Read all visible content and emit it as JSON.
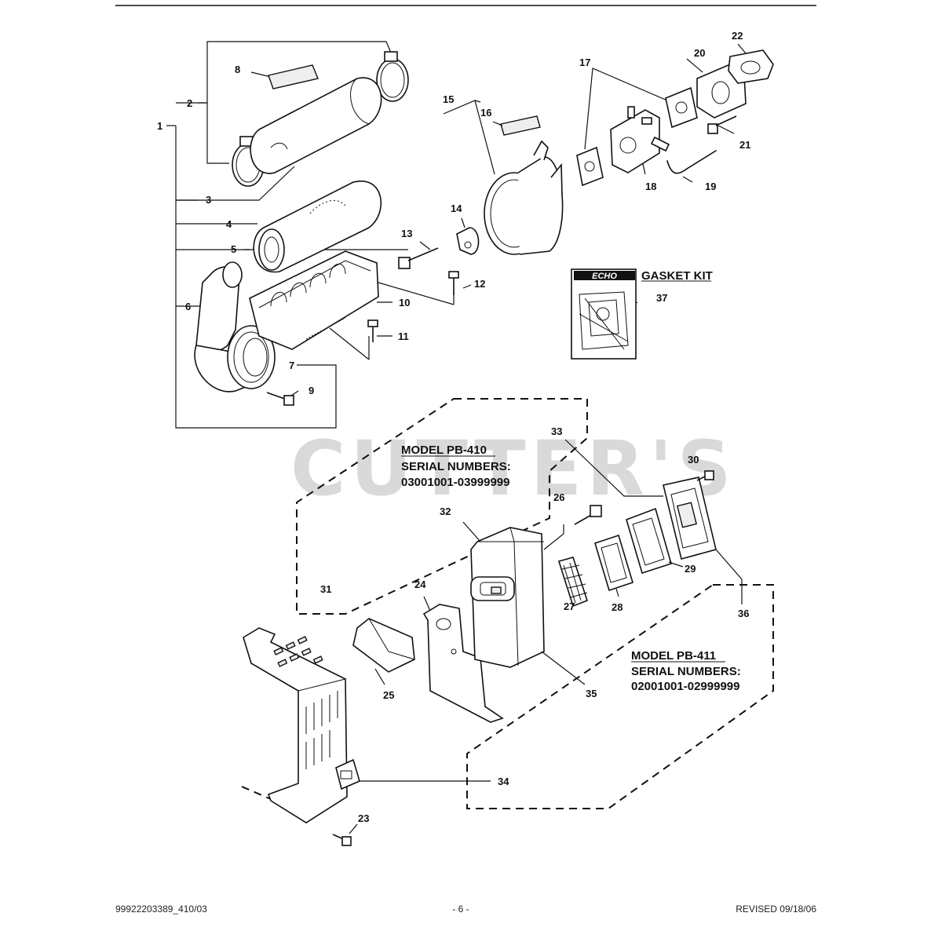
{
  "watermark": "CUTTER'S",
  "callouts": [
    "1",
    "2",
    "3",
    "4",
    "5",
    "6",
    "7",
    "8",
    "9",
    "10",
    "11",
    "12",
    "13",
    "14",
    "15",
    "16",
    "17",
    "18",
    "19",
    "20",
    "21",
    "22",
    "23",
    "24",
    "25",
    "26",
    "27",
    "28",
    "29",
    "30",
    "31",
    "32",
    "33",
    "34",
    "35",
    "36",
    "37"
  ],
  "gasket_kit": {
    "brand": "ECHO",
    "label": "GASKET KIT"
  },
  "model_pb410": {
    "model": "MODEL  PB-410",
    "serial_label": "SERIAL NUMBERS:",
    "serial_range": "03001001-03999999"
  },
  "model_pb411": {
    "model": "MODEL  PB-411",
    "serial_label": "SERIAL NUMBERS:",
    "serial_range": "02001001-02999999"
  },
  "footer": {
    "doc_number": "99922203389_410/03",
    "page": "- 6 -",
    "revised": "REVISED 09/18/06"
  }
}
